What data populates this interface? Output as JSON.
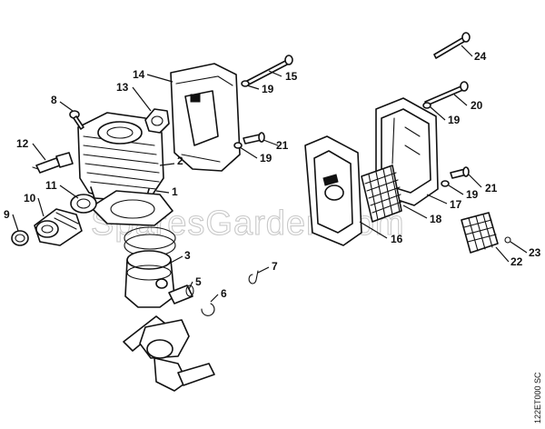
{
  "diagram": {
    "watermark": "SparesGarden.com",
    "drawing_code": "122ET000 SC",
    "callouts": [
      "1",
      "2",
      "3",
      "5",
      "6",
      "7",
      "8",
      "9",
      "10",
      "11",
      "12",
      "13",
      "14",
      "15",
      "16",
      "17",
      "18",
      "19",
      "20",
      "21",
      "22",
      "23",
      "24"
    ]
  }
}
